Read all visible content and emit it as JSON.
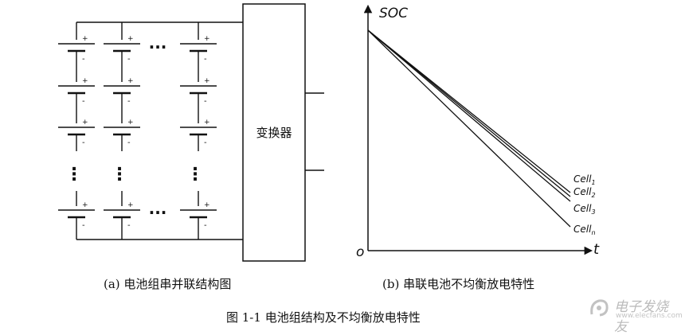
{
  "panel_a": {
    "caption": "(a)  电池组串并联结构图",
    "converter_label": "变换器",
    "plus_sign": "+",
    "minus_sign": "-",
    "h_ellipsis": "···",
    "v_ellipsis": "⋮"
  },
  "panel_b": {
    "caption": "(b)  串联电池不均衡放电特性",
    "y_axis_label": "SOC",
    "x_axis_label": "t",
    "origin_label": "o",
    "series": [
      {
        "name": "Cell",
        "sub": "1"
      },
      {
        "name": "Cell",
        "sub": "2"
      },
      {
        "name": "Cell",
        "sub": "3"
      },
      {
        "name": "Cell",
        "sub": "n"
      }
    ]
  },
  "figure_caption": "图 1-1  电池组结构及不均衡放电特性",
  "watermark": {
    "text": "电子发烧友",
    "sub": "www.elecfans.com",
    "icon": "ear-hook-logo-icon"
  }
}
